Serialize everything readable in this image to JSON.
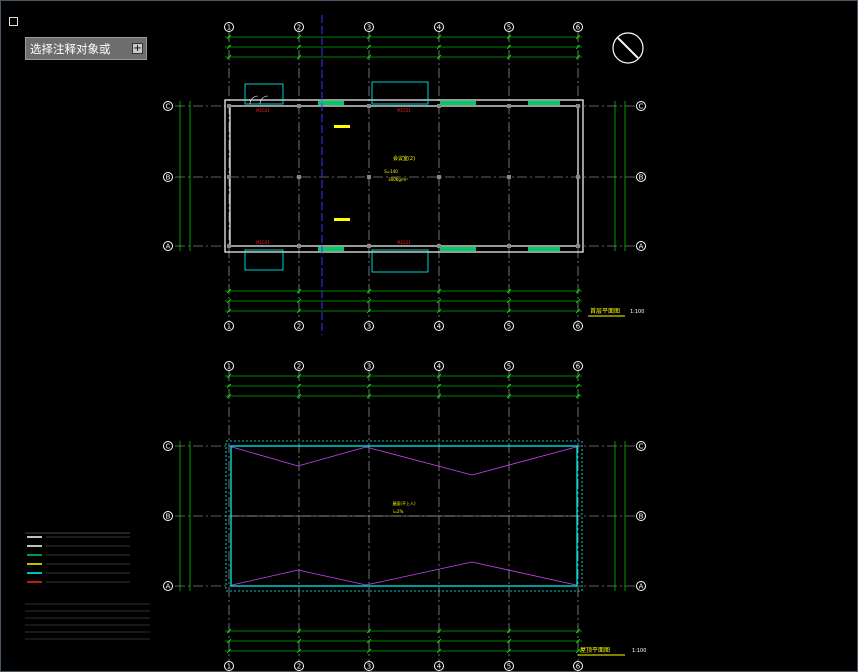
{
  "prompt": {
    "text": "选择注释对象或",
    "button": "+"
  },
  "axes_top": [
    "1",
    "2",
    "3",
    "4",
    "5",
    "6"
  ],
  "rows": [
    "C",
    "B",
    "A"
  ],
  "plan1": {
    "title": "首层平面图",
    "scale": "1:100"
  },
  "plan2": {
    "title": "屋顶平面图",
    "scale": "1:100"
  },
  "colors": {
    "grid": "#ffffff",
    "wall": "#ffffff",
    "dim": "#00ff00",
    "label": "#ffff00",
    "window": "#00cc66",
    "roof": "#cc44ff",
    "axisLine": "#3333ff",
    "red": "#ff2222",
    "cyan": "#00ffff"
  }
}
